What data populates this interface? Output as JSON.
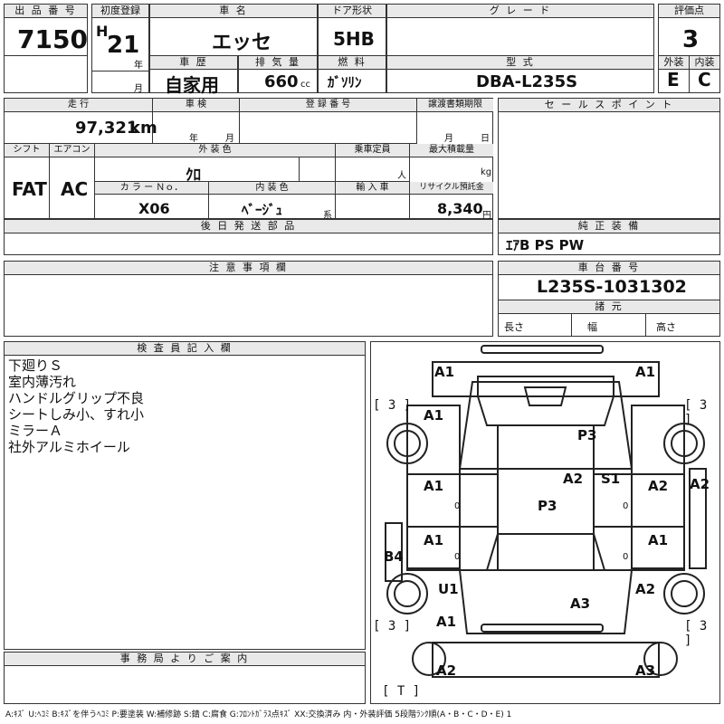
{
  "header": {
    "lot_label": "出 品 番 号",
    "lot_value": "7150",
    "first_reg_label": "初度登録",
    "era": "H",
    "year_value": "21",
    "year_unit": "年",
    "month_unit": "月",
    "car_name_label": "車 名",
    "car_name": "エッセ",
    "door_label": "ドア形状",
    "door_value": "5HB",
    "grade_label": "グ レ ー ド",
    "grade_value": "",
    "score_label": "評価点",
    "score_value": "3",
    "history_label": "車 歴",
    "history_value": "自家用",
    "disp_label": "排 気 量",
    "disp_value": "660",
    "disp_unit": "cc",
    "fuel_label": "燃 料",
    "fuel_value": "ｶﾞｿﾘﾝ",
    "model_label": "型 式",
    "model_value": "DBA-L235S",
    "ext_label": "外装",
    "ext_value": "E",
    "int_label": "内装",
    "int_value": "C"
  },
  "mid": {
    "mileage_label": "走 行",
    "mileage_value": "97,321",
    "mileage_unit": "km",
    "inspect_label": "車 検",
    "inspect_year": "年",
    "inspect_month": "月",
    "regno_label": "登 録 番 号",
    "transfer_label": "譲渡書類期限",
    "transfer_month": "月",
    "transfer_day": "日",
    "shift_label": "シフト",
    "shift_value": "FAT",
    "ac_label": "エアコン",
    "ac_value": "AC",
    "color_label": "外 装 色",
    "color_value": "ｸﾛ",
    "capacity_label": "乗車定員",
    "capacity_unit": "人",
    "load_label": "最大積載量",
    "load_unit": "kg",
    "colorno_label": "カ ラ ー Ｎｏ．",
    "colorno_value": "X06",
    "interior_label": "内 装 色",
    "interior_value": "ﾍﾞｰｼﾞｭ",
    "interior_unit": "系",
    "import_label": "輸 入 車",
    "recycle_label": "リサイクル預託金",
    "recycle_value": "8,340",
    "recycle_unit": "円",
    "later_label": "後 日 発 送 部 品",
    "sales_label": "セ ー ル ス ポ イ ン ト",
    "equip_label": "純 正 装 備",
    "equip_value": "ｴｱB PS PW",
    "caution_label": "注 意 事 項 欄",
    "chassis_label": "車 台 番 号",
    "chassis_value": "L235S-1031302",
    "dims_label": "諸 元",
    "len_label": "長さ",
    "width_label": "幅",
    "height_label": "高さ"
  },
  "inspector": {
    "label": "検 査 員 記 入 欄",
    "notes": [
      "下廻りＳ",
      "室内薄汚れ",
      "ハンドルグリップ不良",
      "シートしみ小、すれ小",
      "ミラーＡ",
      "社外アルミホイール"
    ]
  },
  "office": {
    "label": "事 務 局 よ り ご 案 内"
  },
  "legend": "A:ｷｽﾞ U:ﾍｺﾐ B:ｷｽﾞを伴うﾍｺﾐ P:要塗装 W:補修跡 S:錆 C:腐食 G:ﾌﾛﾝﾄｶﾞﾗｽ点ｷｽﾞ XX:交換済み 内・外装評価 5段階ﾗﾝｸ順(A・B・C・D・E) 1",
  "diagram": {
    "marks": {
      "front_left": "A1",
      "front_right": "A1",
      "hood_left": "A1",
      "roof_front": "P3",
      "roof_a2": "A2",
      "roof_s1": "S1",
      "roof_center": "P3",
      "fl_door": "A1",
      "fr_door": "A2",
      "right_edge": "A2",
      "rl_door": "A1",
      "rr_door": "A1",
      "left_b4": "B4",
      "left_u1": "U1",
      "right_a2_low": "A2",
      "trunk": "A3",
      "rear_left_a1": "A1",
      "rear_left": "A2",
      "rear_right": "A3",
      "zero1": "0",
      "zero2": "0",
      "zero3": "0",
      "zero4": "0"
    },
    "brackets": {
      "tire_fl": "[ 3 ]",
      "tire_fr": "[ 3 ]",
      "tire_rl": "[ 3 ]",
      "tire_rr": "[ 3 ]",
      "spare": "[ T ]"
    }
  }
}
